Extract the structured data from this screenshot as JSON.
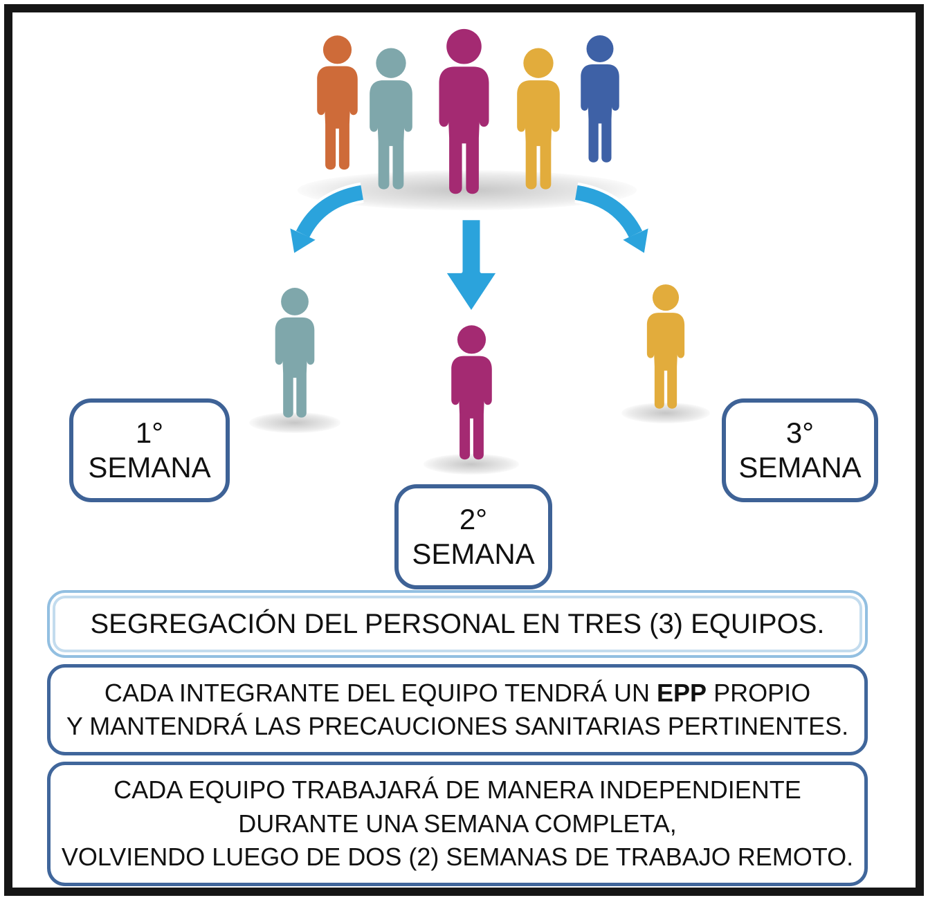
{
  "frame": {
    "border_color": "#161616"
  },
  "group": {
    "people": [
      {
        "id": "orange",
        "color": "#CE6B39"
      },
      {
        "id": "teal",
        "color": "#7FA7AB"
      },
      {
        "id": "magenta",
        "color": "#A42A72"
      },
      {
        "id": "gold",
        "color": "#E2AC3C"
      },
      {
        "id": "blue",
        "color": "#3E61A6"
      }
    ]
  },
  "arrows": {
    "color": "#2BA3DC",
    "outline": "#FFFFFF"
  },
  "teams": [
    {
      "number": "1°",
      "word": "SEMANA",
      "color": "#7FA7AB"
    },
    {
      "number": "2°",
      "word": "SEMANA",
      "color": "#A42A72"
    },
    {
      "number": "3°",
      "word": "SEMANA",
      "color": "#E2AC3C"
    }
  ],
  "team_box_border": "#3E6296",
  "notes": [
    {
      "text": "SEGREGACIÓN DEL PERSONAL EN TRES (3) EQUIPOS.",
      "border": "#92BFE1"
    },
    {
      "pre": "CADA INTEGRANTE DEL EQUIPO TENDRÁ UN ",
      "bold": "EPP",
      "post": " PROPIO",
      "line2": "Y MANTENDRÁ LAS PRECAUCIONES SANITARIAS PERTINENTES.",
      "border": "#40669B"
    },
    {
      "line1": "CADA EQUIPO TRABAJARÁ DE MANERA INDEPENDIENTE",
      "line2": "DURANTE UNA SEMANA COMPLETA,",
      "line3": "VOLVIENDO LUEGO DE DOS (2) SEMANAS DE TRABAJO REMOTO.",
      "border": "#40669B"
    }
  ]
}
